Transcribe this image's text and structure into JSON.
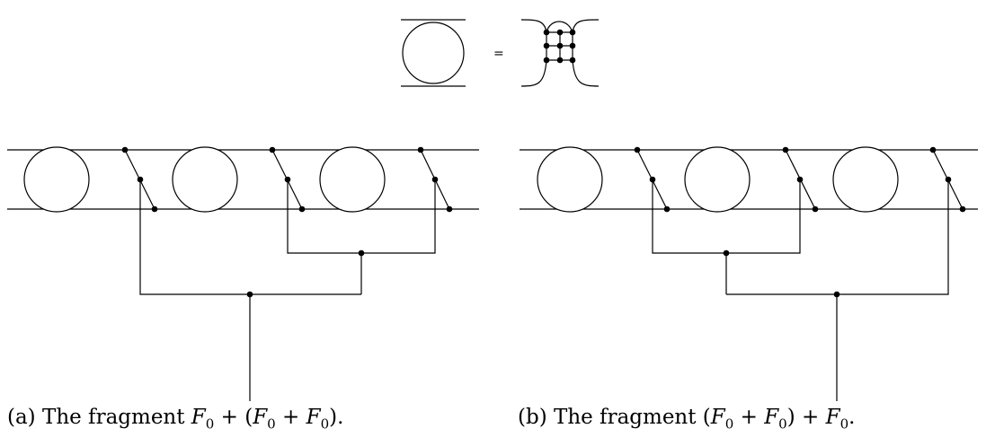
{
  "legend": {
    "equals_sign": "="
  },
  "captions": {
    "a": {
      "label": "(a)",
      "text_before": "The fragment",
      "formula": {
        "p1": "F",
        "s1": "0",
        "op1": " + (",
        "p2": "F",
        "s2": "0",
        "op2": " + ",
        "p3": "F",
        "s3": "0",
        "tail": ")."
      }
    },
    "b": {
      "label": "(b)",
      "text_before": "The fragment",
      "formula": {
        "p0": "(",
        "p1": "F",
        "s1": "0",
        "op1": " + ",
        "p2": "F",
        "s2": "0",
        "op2": ") + ",
        "p3": "F",
        "s3": "0",
        "tail": "."
      }
    }
  }
}
